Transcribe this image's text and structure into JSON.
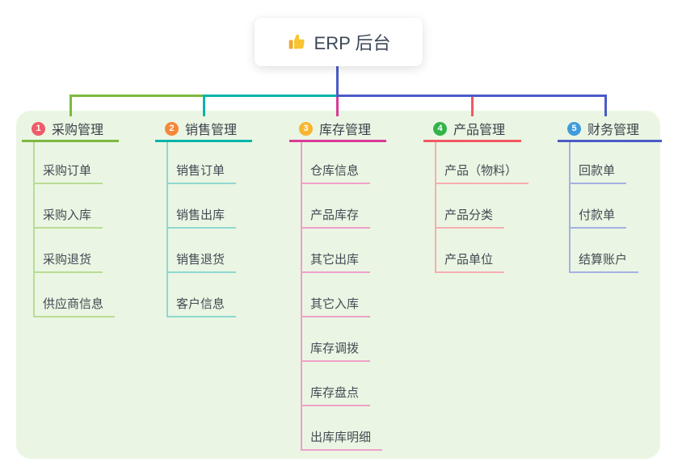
{
  "root": {
    "label": "ERP 后台",
    "icon": "thumbs-up-icon",
    "line_color": "#4a5bc8"
  },
  "panel_color": "#eaf6e3",
  "branches": [
    {
      "badge": "1",
      "badge_color": "#f05b68",
      "line_color": "#7cb93f",
      "light_color": "#b9dc92",
      "label": "采购管理",
      "children": [
        "采购订单",
        "采购入库",
        "采购退货",
        "供应商信息"
      ]
    },
    {
      "badge": "2",
      "badge_color": "#f6873a",
      "line_color": "#00b5a8",
      "light_color": "#8fd8d0",
      "label": "销售管理",
      "children": [
        "销售订单",
        "销售出库",
        "销售退货",
        "客户信息"
      ]
    },
    {
      "badge": "3",
      "badge_color": "#f8b530",
      "line_color": "#d93b97",
      "light_color": "#efa0cb",
      "label": "库存管理",
      "children": [
        "仓库信息",
        "产品库存",
        "其它出库",
        "其它入库",
        "库存调拨",
        "库存盘点",
        "出库库明细"
      ]
    },
    {
      "badge": "4",
      "badge_color": "#32b44a",
      "line_color": "#f25862",
      "light_color": "#f8adb2",
      "label": "产品管理",
      "children": [
        "产品（物料）",
        "产品分类",
        "产品单位"
      ]
    },
    {
      "badge": "5",
      "badge_color": "#3f9cdb",
      "line_color": "#4a5bc8",
      "light_color": "#a4b1e2",
      "label": "财务管理",
      "children": [
        "回款单",
        "付款单",
        "结算账户"
      ]
    }
  ]
}
